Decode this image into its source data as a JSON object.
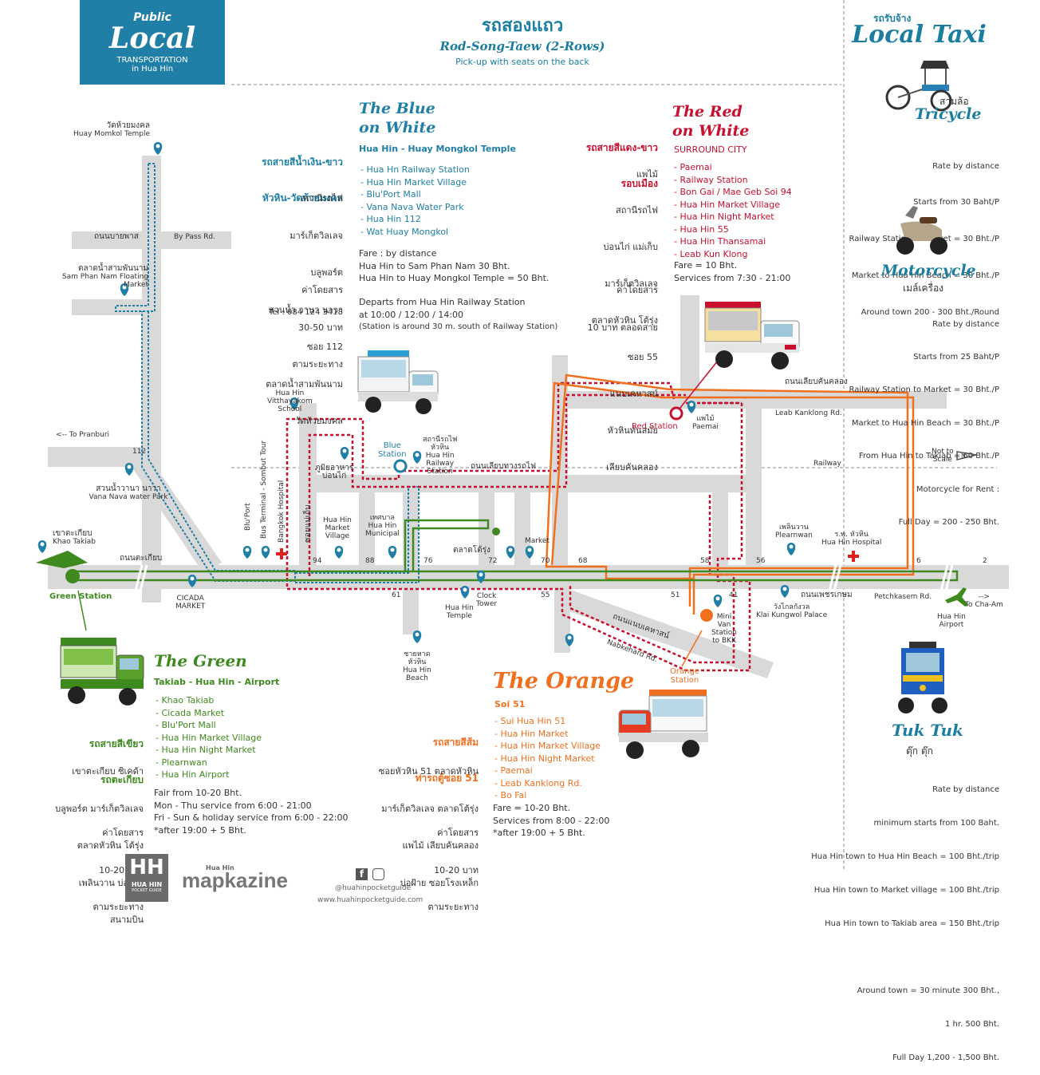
{
  "header": {
    "public": "Public",
    "local": "Local",
    "transportation": "TRANSPORTATION",
    "in_hua_hin": "in Hua Hin"
  },
  "songtaew": {
    "thai": "รถสองแถว",
    "title": "Rod-Song-Taew (2-Rows)",
    "subtitle": "Pick-up with seats on the back"
  },
  "blue": {
    "title_1": "The Blue",
    "title_2": "on White",
    "route": "Hua Hin - Huay Mongkol Temple",
    "thai_title_1": "รถสายสีน้ำเงิน-ขาว",
    "thai_title_2": "หัวหิน-วัดห้วยมงคล",
    "thai_stops": [
      "สถานีรถไฟ",
      "มาร์เก็ตวิลเลจ",
      "บลูพอร์ต",
      "สวนน้ำ วานา นาวา",
      "ซอย 112",
      "ตลาดน้ำสามพันนาม",
      "วัดห้วยมงคล"
    ],
    "stops": [
      "- Hua Hn Railway Station",
      "- Hua Hin Market Village",
      "- Blu'Port Mall",
      "- Vana Nava Water Park",
      "- Hua Hin 112",
      "- Wat Huay Mongkol"
    ],
    "thai_fare_1": "ค่าโดยสาร",
    "thai_fare_2": "30-50 บาท",
    "thai_fare_3": "ตามระยะทาง",
    "tel": "Tel : 084 124 3418",
    "fare_lines": [
      "Fare : by distance",
      "Hua Hin to Sam Phan Nam 30 Bht.",
      "Hua Hin to Huay Mongkol Temple = 50 Bht."
    ],
    "depart_lines": [
      "Departs from Hua Hin Railway Station",
      "at 10:00 / 12:00 / 14:00",
      "(Station is around 30 m. south of Railway Station)"
    ]
  },
  "red": {
    "title_1": "The Red",
    "title_2": "on White",
    "route": "SURROUND CITY",
    "thai_title_1": "รถสายสีแดง-ขาว",
    "thai_title_2": "รอบเมือง",
    "thai_stops": [
      "แพไม้",
      "สถานีรถไฟ",
      "บ่อนไก่ แม่เก็บ",
      "มาร์เก็ตวิลเลจ",
      "ตลาดหัวหิน โต้รุ่ง",
      "ซอย 55",
      "แนบเคหาสน์",
      "หัวหินทันสมัย",
      "เลียบคันคลอง"
    ],
    "stops": [
      "- Paemai",
      "- Railway Station",
      "- Bon Gai / Mae Geb Soi 94",
      "- Hua Hin Market Village",
      "- Hua Hin Night Market",
      "- Hua Hin 55",
      "- Hua Hin Thansamai",
      "- Leab Kun Klong"
    ],
    "thai_fare_1": "ค่าโดยสาร",
    "thai_fare_2": "10 บาท ตลอดสาย",
    "fare": "Fare = 10 Bht.",
    "services": "Services from 7:30 - 21:00"
  },
  "green": {
    "title": "The Green",
    "route": "Takiab - Hua Hin - Airport",
    "thai_title_1": "รถสายสีเขียว",
    "thai_title_2": "รถตะเกียบ",
    "thai_stops": [
      "เขาตะเกียบ ซิเคด้า",
      "บลูพอร์ต มาร์เก็ตวิลเลจ",
      "ตลาดหัวหิน โต้รุ่ง",
      "เพลินวาน บ่อฝ้าย",
      "สนามบิน"
    ],
    "stops": [
      "- Khao Takiab",
      "- Cicada Market",
      "- Blu'Port Mall",
      "- Hua Hin Market Village",
      "- Hua Hin Night Market",
      "- Plearnwan",
      "- Hua Hin Airport"
    ],
    "thai_fare_1": "ค่าโดยสาร",
    "thai_fare_2": "10-20 บาท",
    "thai_fare_3": "ตามระยะทาง",
    "fare_lines": [
      "Fair from 10-20 Bht.",
      "Mon - Thu service from 6:00 - 21:00",
      "Fri - Sun & holiday service from 6:00 - 22:00",
      "*after 19:00 + 5 Bht."
    ]
  },
  "orange": {
    "title": "The Orange",
    "route": "Soi 51",
    "thai_title_1": "รถสายสีส้ม",
    "thai_title_2": "ท่ารถตู้ซอย 51",
    "thai_stops": [
      "ซอยหัวหิน 51 ตลาดหัวหิน",
      "มาร์เก็ตวิลเลจ ตลาดโต้รุ่ง",
      "แพไม้ เลียบคันคลอง",
      "บ่อฝ้าย ซอยโรงเหล็ก"
    ],
    "stops": [
      "- Sui Hua Hin 51",
      "- Hua Hin Market",
      "- Hua Hin Market Village",
      "- Hua Hin Night Market",
      "- Paemai",
      "- Leab Kanklong Rd.",
      "- Bo Fai"
    ],
    "thai_fare_1": "ค่าโดยสาร",
    "thai_fare_2": "10-20 บาท",
    "thai_fare_3": "ตามระยะทาง",
    "fare_lines": [
      "Fare = 10-20 Bht.",
      "Services from 8:00 - 22:00",
      "*after 19:00 + 5 Bht."
    ]
  },
  "taxi": {
    "thai": "รถรับจ้าง",
    "title": "Local Taxi",
    "tricycle": {
      "title": "Tricycle",
      "thai": "สามล้อ",
      "lines": [
        "Rate by distance",
        "Starts from 30 Baht/P",
        "Railway Station to Market = 30 Bht./P",
        "Market to Hua Hin Beach = 30 Bht./P",
        "Around town 200 - 300 Bht./Round"
      ]
    },
    "motorcycle": {
      "title": "Motorcycle",
      "thai": "เมล์เครื่อง",
      "lines": [
        "Rate by distance",
        "Starts from 25 Baht/P",
        "Railway Station to Market = 30 Bht./P",
        "Market to Hua Hin Beach = 30 Bht./P",
        "From Hua Hin to Takiab = 60 Bht./P",
        "Motorcycle for Rent :",
        "Full Day = 200 - 250 Bht."
      ]
    },
    "tuktuk": {
      "title": "Tuk Tuk",
      "thai": "ตุ๊ก ตุ๊ก",
      "lines": [
        "Rate by distance",
        "minimum starts from 100 Baht.",
        "Hua Hin town to Hua Hin Beach = 100 Bht./trip",
        "Hua Hin town to Market village = 100 Bht./trip",
        "Hua Hin town to Takiab area = 150 Bht./trip",
        "",
        "Around town = 30 minute 300 Bht.,",
        "1 hr. 500 Bht.",
        "Full Day 1,200 - 1,500 Bht."
      ]
    }
  },
  "map": {
    "huay_momkol_th": "วัดห้วยมงคล",
    "huay_momkol_en": "Huay Momkol Temple",
    "bypass_th": "ถนนบายพาส",
    "bypass_en": "By Pass Rd.",
    "sam_phan_th": "ตลาดน้ำสามพันนาม",
    "sam_phan_en": "Sam Phan Nam Floating Market",
    "to_pranburi": "<-- To Pranburi",
    "soi_112": "112",
    "vana_nava_th": "สวนน้ำวานา นาวา",
    "vana_nava_en": "Vana Nava water Park",
    "khao_takiab_th": "เขาตะเกียบ",
    "khao_takiab_en": "Khao Takiab",
    "takiab_rd_th": "ถนนตะเกียบ",
    "green_station": "Green Station",
    "cicada": "CICADA\nMARKET",
    "bluport": "Blu'Port",
    "bus_terminal": "Bus Terminal - Sombut Tour",
    "bangkok_hosp": "Bangkok Hospital",
    "vitthayakom": "Hua Hin\nVitthayakom\nSchool",
    "restaurant_th": "ภูมิยอาหาร\nบ่อนไก่",
    "mae_keb_th": "ซอยแม่เก็บ",
    "market_village": "Hua Hin\nMarket\nVillage",
    "municipal": "เทศบาล\nHua Hin\nMunicipal",
    "blue_station": "Blue\nStation",
    "railway_station": "สถานีรถไฟ\nหัวหิน\nHua Hin\nRailway\nStation",
    "railway_rd_th": "ถนนเลียบทางรถไฟ",
    "night_market_th": "ตลาดโต้รุ่ง",
    "market": "Market",
    "soi_94": "94",
    "soi_88": "88",
    "soi_76": "76",
    "soi_72": "72",
    "soi_70": "70",
    "soi_68": "68",
    "soi_61": "61",
    "soi_58": "58",
    "soi_56": "56",
    "soi_55": "55",
    "soi_51": "51",
    "soi_41": "41",
    "soi_6": "6",
    "soi_2": "2",
    "clock_tower": "Clock\nTower",
    "temple": "Hua Hin\nTemple",
    "beach": "ชายหาด\nหัวหิน\nHua Hin\nBeach",
    "nabkehard_th": "ถนนแนบเคหาสน์",
    "nabkehard_en": "Nabkehard Rd.",
    "red_station": "Red Station",
    "paemai": "แพไม้\nPaemai",
    "leab_th": "ถนนเลียบคันคลอง",
    "leab_en": "Leab Kanklong Rd.",
    "railway_label": "Railway",
    "not_to_scale": "Not to\nScale",
    "plearnwan": "เพลินวาน\nPlearnwan",
    "hospital": "ร.พ. หัวหิน\nHua Hin Hospital",
    "petch_th": "ถนนเพชรเกษม",
    "petch_en": "Petchkasem Rd.",
    "to_cha_am": "-->\nTo Cha-Am",
    "airport": "Hua Hin\nAirport",
    "klai_kungwol": "วังไกลกังวล\nKlai Kungwol Palace",
    "mini_van": "Mini\nVan\nStation\nto BKK",
    "orange_station": "Orange\nStation"
  },
  "footer": {
    "hh_logo": "HUA HIN",
    "hh_sub": "POCKET GUIDE",
    "mapkazine": "mapkazine",
    "mapkazine_top": "Hua Hin",
    "handle": "@huahinpocketguide",
    "url": "www.huahinpocketguide.com"
  },
  "colors": {
    "blue": "#1f7fa6",
    "red": "#c8102e",
    "green": "#3f8a1f",
    "orange": "#f07020",
    "road": "#d9d9d9"
  }
}
